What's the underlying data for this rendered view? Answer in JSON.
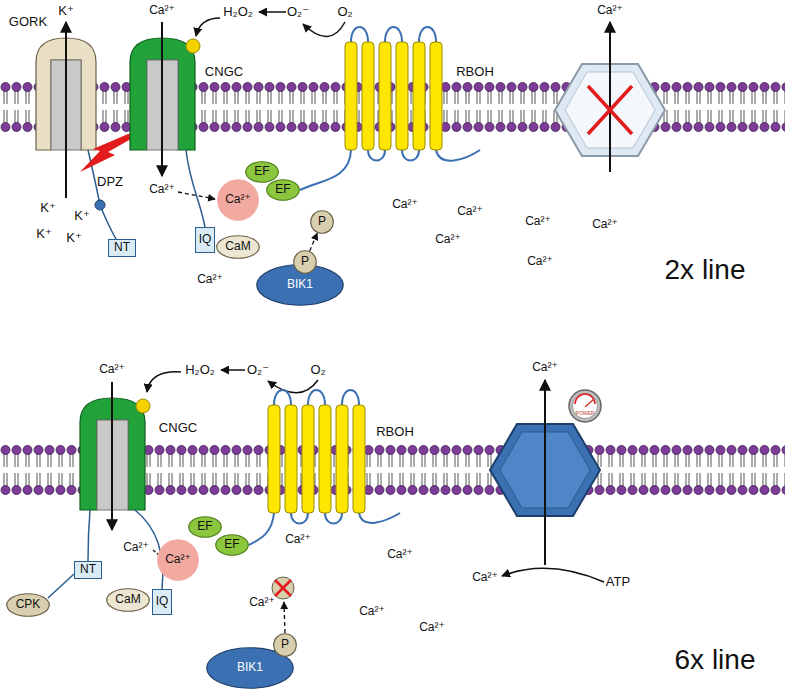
{
  "diagram": {
    "nodes": [
      {
        "text": [
          "NT"
        ]
      },
      {
        "text": [
          "IQ"
        ]
      },
      {
        "text": [
          "CaM"
        ]
      },
      {
        "text": [
          "Ca²⁺"
        ]
      },
      {
        "text": [
          "EF"
        ]
      },
      {
        "text": [
          "EF"
        ]
      },
      {
        "text": [
          "BIK1"
        ]
      },
      {
        "text": [
          "P"
        ],
        "in": 6
      },
      {
        "text": [
          "P"
        ]
      },
      {
        "text": [
          "CPK"
        ]
      },
      {
        "text": [
          "NT"
        ]
      },
      {
        "text": [
          "CaM"
        ]
      },
      {
        "text": [
          "IQ"
        ]
      },
      {
        "text": [
          "Ca²⁺"
        ]
      },
      {
        "text": [
          "EF"
        ]
      },
      {
        "text": [
          "EF"
        ]
      },
      {
        "text": [
          "BIK1"
        ]
      },
      {
        "text": [
          "P"
        ],
        "in": 16
      }
    ],
    "edges": [
      {
        "from": 7,
        "to": 8,
        "arrow": "to"
      }
    ],
    "labels": [
      "GORK",
      "K⁺",
      "Ca²⁺",
      "H₂O₂",
      "O₂⁻",
      "O₂",
      "Ca²⁺",
      "CNGC",
      "RBOH",
      "DPZ",
      "K⁺",
      "K⁺",
      "K⁺",
      "K⁺",
      "Ca²⁺",
      "Ca²⁺",
      "Ca²⁺",
      "Ca²⁺",
      "Ca²⁺",
      "Ca²⁺",
      "Ca²⁺",
      "Ca²⁺",
      "2x line",
      "Ca²⁺",
      "H₂O₂",
      "O₂⁻",
      "O₂",
      "Ca²⁺",
      "CNGC",
      "RBOH",
      "POWER",
      "Ca²⁺",
      "Ca²⁺",
      "ATP",
      "Ca²⁺",
      "Ca²⁺",
      "Ca²⁺",
      "Ca²⁺",
      "Ca²⁺",
      "6x line"
    ]
  }
}
